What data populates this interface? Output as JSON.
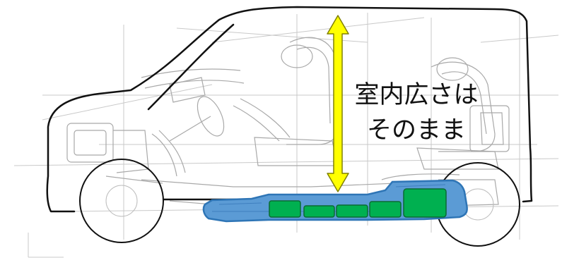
{
  "caption": {
    "line1": "室内広さは",
    "line2": "そのまま"
  },
  "colors": {
    "body_outline": "#111111",
    "sketch_lines": "#b5b5b5",
    "battery_pack_fill": "#5b9bd5",
    "battery_pack_edge": "#2e75b6",
    "battery_module_fill": "#00b050",
    "arrow_fill": "#ffff00",
    "arrow_edge": "#808000"
  },
  "icons": {
    "height_arrow": "double-headed-vertical-arrow"
  }
}
